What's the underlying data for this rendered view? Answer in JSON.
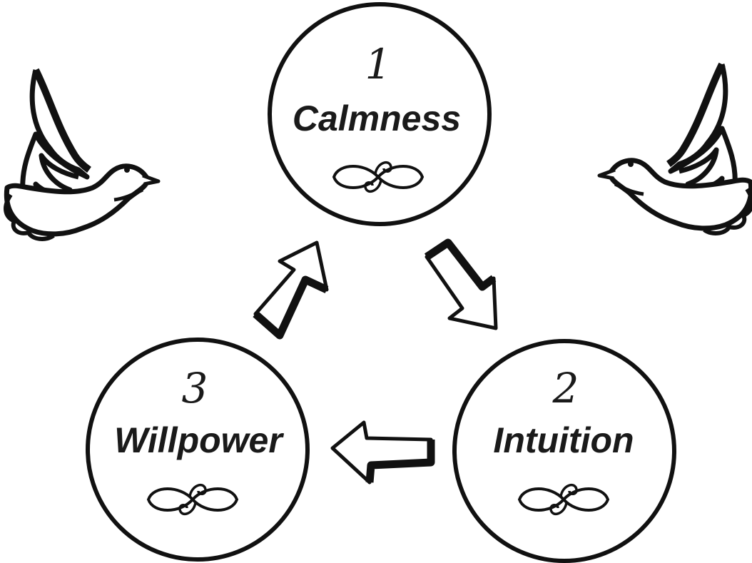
{
  "diagram": {
    "steps": [
      {
        "number": "1",
        "label": "Calmness"
      },
      {
        "number": "2",
        "label": "Intuition"
      },
      {
        "number": "3",
        "label": "Willpower"
      }
    ],
    "icons": [
      "dove-icon",
      "flourish-icon",
      "arrow-icon"
    ],
    "colors": {
      "ink": "#111111",
      "background": "#ffffff"
    }
  }
}
